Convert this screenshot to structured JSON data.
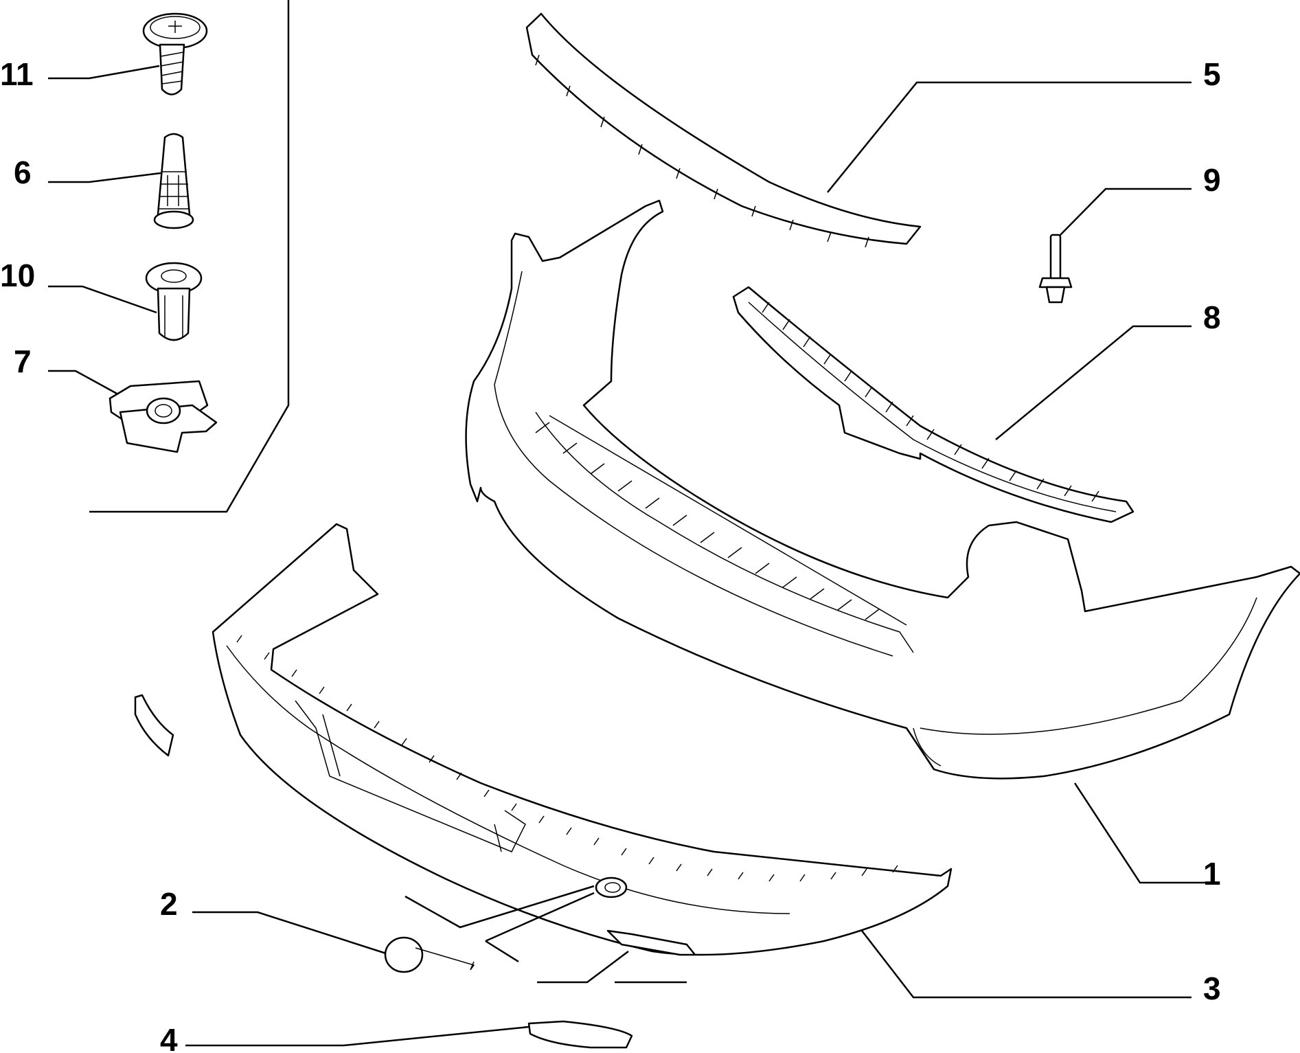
{
  "callouts": [
    {
      "id": "11",
      "text": "11"
    },
    {
      "id": "6",
      "text": "6"
    },
    {
      "id": "10",
      "text": "10"
    },
    {
      "id": "7",
      "text": "7"
    },
    {
      "id": "5",
      "text": "5"
    },
    {
      "id": "9",
      "text": "9"
    },
    {
      "id": "8",
      "text": "8"
    },
    {
      "id": "1",
      "text": "1"
    },
    {
      "id": "2",
      "text": "2"
    },
    {
      "id": "3",
      "text": "3"
    },
    {
      "id": "4",
      "text": "4"
    }
  ],
  "parts": [
    {
      "ref": "11",
      "shape": "screw"
    },
    {
      "ref": "6",
      "shape": "expansion-plug"
    },
    {
      "ref": "10",
      "shape": "push-rivet"
    },
    {
      "ref": "7",
      "shape": "clip-nut"
    },
    {
      "ref": "5",
      "shape": "upper-trim-strip"
    },
    {
      "ref": "9",
      "shape": "stud"
    },
    {
      "ref": "8",
      "shape": "bumper-bracket"
    },
    {
      "ref": "1",
      "shape": "rear-bumper-cover"
    },
    {
      "ref": "2",
      "shape": "tow-hook-cap"
    },
    {
      "ref": "3",
      "shape": "lower-bumper-skirt"
    },
    {
      "ref": "4",
      "shape": "reflector"
    }
  ],
  "colors": {
    "line": "#000000",
    "background": "#ffffff"
  }
}
